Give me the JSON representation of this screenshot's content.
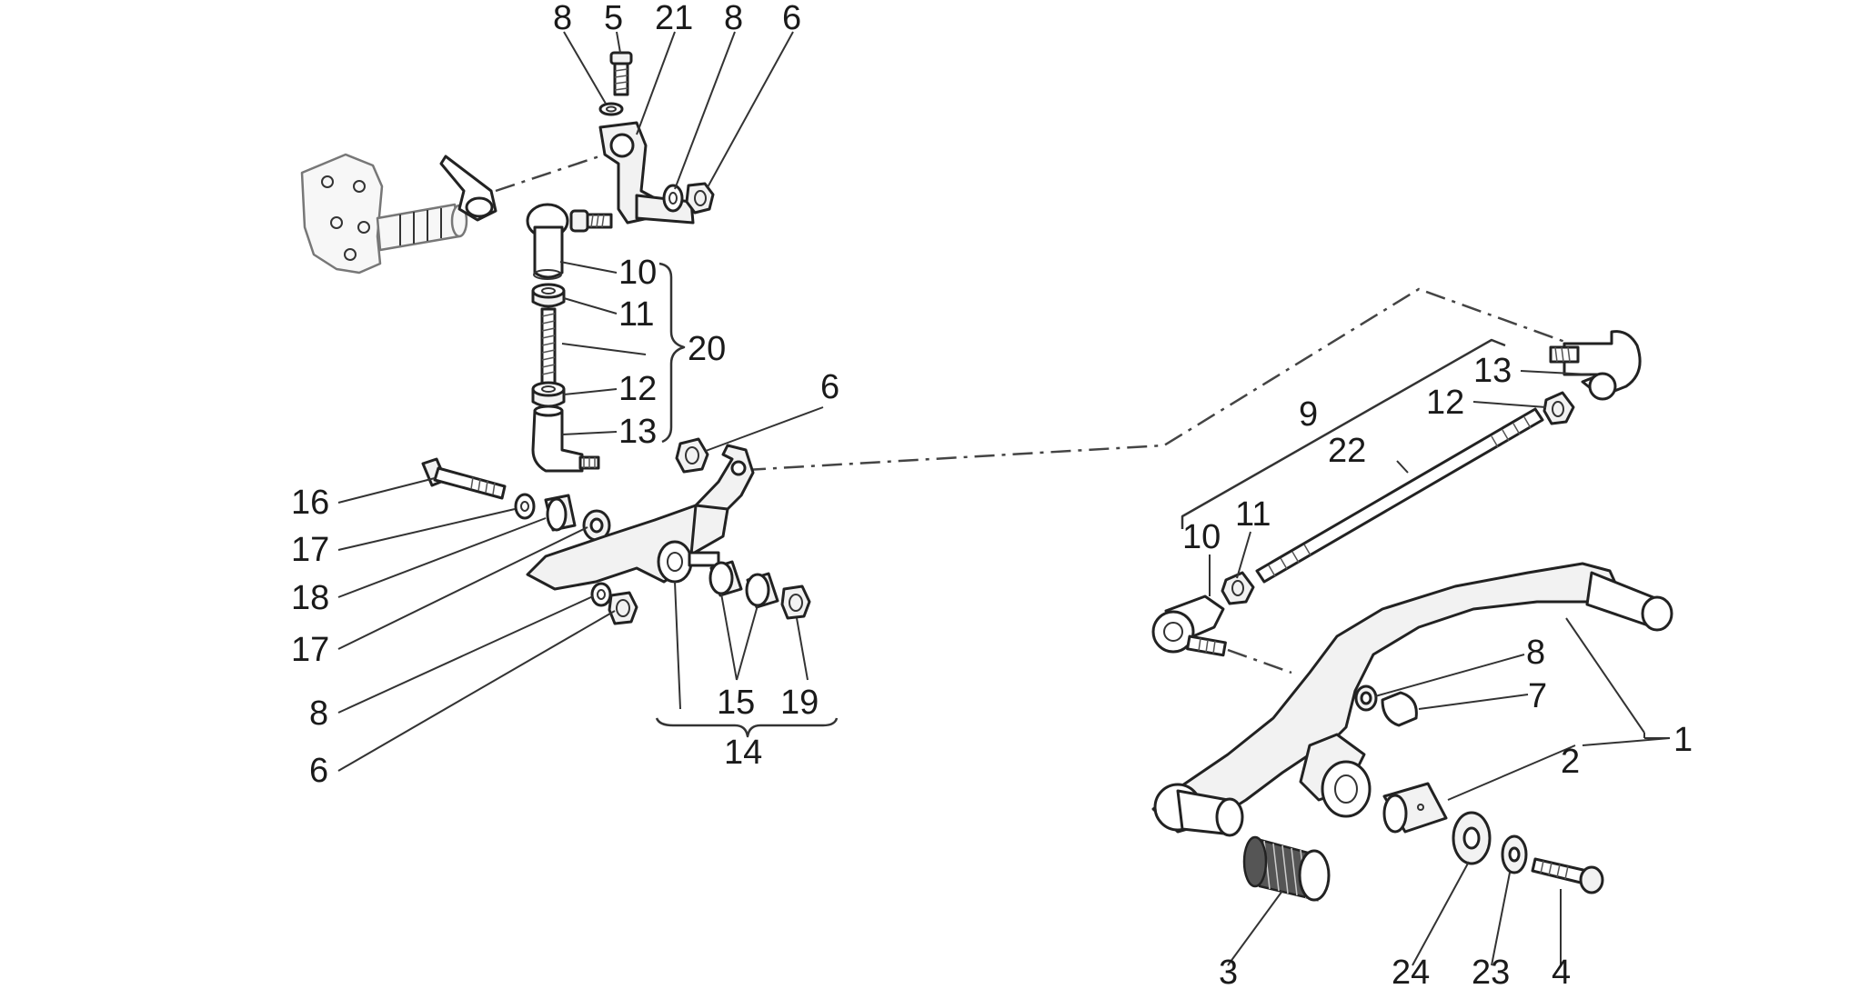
{
  "diagram": {
    "callouts": {
      "c8_top_a": "8",
      "c5": "5",
      "c21": "21",
      "c8_top_b": "8",
      "c6_top": "6",
      "c10_left": "10",
      "c11_left": "11",
      "c20": "20",
      "c12_left": "12",
      "c13_left": "13",
      "c6_mid": "6",
      "c16": "16",
      "c17_a": "17",
      "c18": "18",
      "c17_b": "17",
      "c8_low": "8",
      "c6_low": "6",
      "c15": "15",
      "c19": "19",
      "c14": "14",
      "c9": "9",
      "c13_right": "13",
      "c12_right": "12",
      "c22": "22",
      "c10_right": "10",
      "c11_right": "11",
      "c8_right": "8",
      "c7": "7",
      "c1": "1",
      "c2": "2",
      "c3": "3",
      "c24": "24",
      "c23": "23",
      "c4": "4"
    }
  }
}
